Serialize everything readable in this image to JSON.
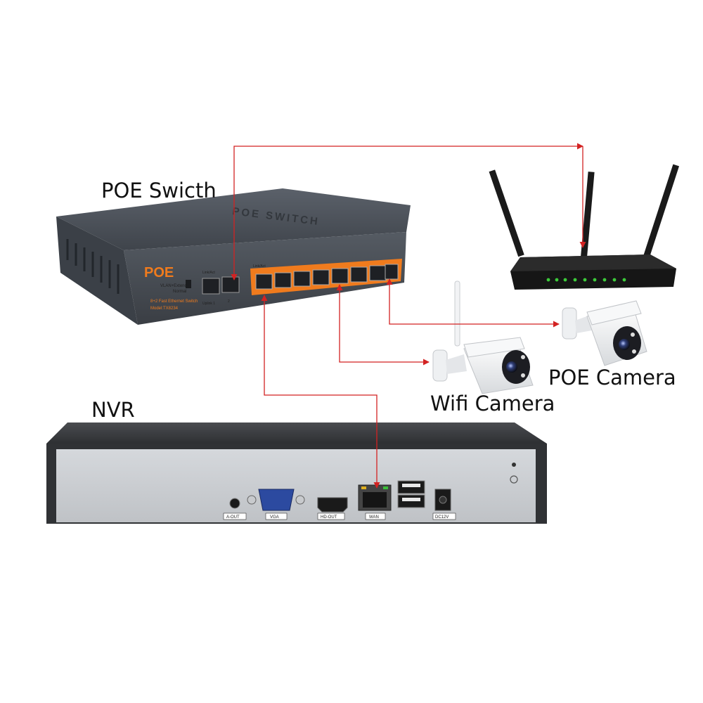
{
  "labels": {
    "switch": "POE Swicth",
    "nvr": "NVR",
    "wifi_camera": "Wifi Camera",
    "poe_camera": "POE Camera"
  },
  "switch_panel": {
    "top_text": "POE SWITCH",
    "brand": "POE",
    "mode_on": "VLAN+Extend",
    "mode_off": "Normal",
    "description": "8+2 Fast Ethernet Switch",
    "model": "Model:TX8234",
    "uplink_group": "Link/Act",
    "poe_group": "Link/Act",
    "uplink_port_labels": [
      "Uplink 1",
      "2"
    ]
  },
  "nvr_panel": {
    "ports": [
      "A-OUT",
      "VGA",
      "HD-OUT",
      "WAN",
      "DC12V"
    ]
  },
  "colors": {
    "wire": "#d32222",
    "accent": "#f07b1d",
    "switch_body": "#4a5059",
    "nvr_body": "#3b3d40",
    "nvr_panel": "#c9ccd0"
  }
}
